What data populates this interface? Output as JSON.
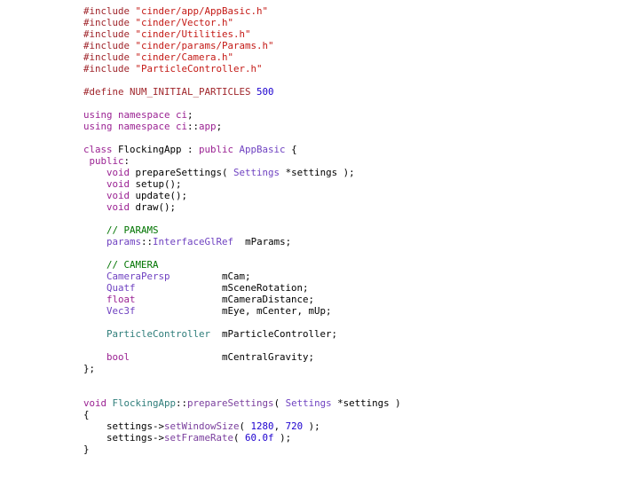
{
  "colors": {
    "preprocessor": "#a0262c",
    "string": "#c41a16",
    "keyword": "#9b2393",
    "class_name": "#6f42c1",
    "function": "#7a3e9d",
    "comment": "#007400",
    "number": "#1c00cf",
    "type_teal": "#2e7d7a",
    "plain": "#000000"
  },
  "code": {
    "lines": [
      [
        {
          "t": "#include ",
          "c": "preprocessor"
        },
        {
          "t": "\"cinder/app/AppBasic.h\"",
          "c": "string"
        }
      ],
      [
        {
          "t": "#include ",
          "c": "preprocessor"
        },
        {
          "t": "\"cinder/Vector.h\"",
          "c": "string"
        }
      ],
      [
        {
          "t": "#include ",
          "c": "preprocessor"
        },
        {
          "t": "\"cinder/Utilities.h\"",
          "c": "string"
        }
      ],
      [
        {
          "t": "#include ",
          "c": "preprocessor"
        },
        {
          "t": "\"cinder/params/Params.h\"",
          "c": "string"
        }
      ],
      [
        {
          "t": "#include ",
          "c": "preprocessor"
        },
        {
          "t": "\"cinder/Camera.h\"",
          "c": "string"
        }
      ],
      [
        {
          "t": "#include ",
          "c": "preprocessor"
        },
        {
          "t": "\"ParticleController.h\"",
          "c": "string"
        }
      ],
      [],
      [
        {
          "t": "#define ",
          "c": "preprocessor"
        },
        {
          "t": "NUM_INITIAL_PARTICLES ",
          "c": "preprocessor"
        },
        {
          "t": "500",
          "c": "number"
        }
      ],
      [],
      [
        {
          "t": "using namespace ",
          "c": "keyword"
        },
        {
          "t": "ci",
          "c": "keyword"
        },
        {
          "t": ";",
          "c": "plain"
        }
      ],
      [
        {
          "t": "using namespace ",
          "c": "keyword"
        },
        {
          "t": "ci",
          "c": "keyword"
        },
        {
          "t": "::",
          "c": "plain"
        },
        {
          "t": "app",
          "c": "keyword"
        },
        {
          "t": ";",
          "c": "plain"
        }
      ],
      [],
      [
        {
          "t": "class ",
          "c": "keyword"
        },
        {
          "t": "FlockingApp : ",
          "c": "plain"
        },
        {
          "t": "public ",
          "c": "keyword"
        },
        {
          "t": "AppBasic",
          "c": "class_name"
        },
        {
          "t": " {",
          "c": "plain"
        }
      ],
      [
        {
          "t": " public",
          "c": "keyword"
        },
        {
          "t": ":",
          "c": "plain"
        }
      ],
      [
        {
          "t": "    ",
          "c": "plain"
        },
        {
          "t": "void ",
          "c": "keyword"
        },
        {
          "t": "prepareSettings( ",
          "c": "plain"
        },
        {
          "t": "Settings ",
          "c": "class_name"
        },
        {
          "t": "*settings );",
          "c": "plain"
        }
      ],
      [
        {
          "t": "    ",
          "c": "plain"
        },
        {
          "t": "void ",
          "c": "keyword"
        },
        {
          "t": "setup();",
          "c": "plain"
        }
      ],
      [
        {
          "t": "    ",
          "c": "plain"
        },
        {
          "t": "void ",
          "c": "keyword"
        },
        {
          "t": "update();",
          "c": "plain"
        }
      ],
      [
        {
          "t": "    ",
          "c": "plain"
        },
        {
          "t": "void ",
          "c": "keyword"
        },
        {
          "t": "draw();",
          "c": "plain"
        }
      ],
      [],
      [
        {
          "t": "    ",
          "c": "plain"
        },
        {
          "t": "// PARAMS",
          "c": "comment"
        }
      ],
      [
        {
          "t": "    ",
          "c": "plain"
        },
        {
          "t": "params",
          "c": "class_name"
        },
        {
          "t": "::",
          "c": "plain"
        },
        {
          "t": "InterfaceGlRef",
          "c": "class_name"
        },
        {
          "t": "  mParams;",
          "c": "plain"
        }
      ],
      [],
      [
        {
          "t": "    ",
          "c": "plain"
        },
        {
          "t": "// CAMERA",
          "c": "comment"
        }
      ],
      [
        {
          "t": "    ",
          "c": "plain"
        },
        {
          "t": "CameraPersp",
          "c": "class_name"
        },
        {
          "t": "         mCam;",
          "c": "plain"
        }
      ],
      [
        {
          "t": "    ",
          "c": "plain"
        },
        {
          "t": "Quatf",
          "c": "class_name"
        },
        {
          "t": "               mSceneRotation;",
          "c": "plain"
        }
      ],
      [
        {
          "t": "    ",
          "c": "plain"
        },
        {
          "t": "float",
          "c": "keyword"
        },
        {
          "t": "               mCameraDistance;",
          "c": "plain"
        }
      ],
      [
        {
          "t": "    ",
          "c": "plain"
        },
        {
          "t": "Vec3f",
          "c": "class_name"
        },
        {
          "t": "               mEye, mCenter, mUp;",
          "c": "plain"
        }
      ],
      [],
      [
        {
          "t": "    ",
          "c": "plain"
        },
        {
          "t": "ParticleController",
          "c": "type_teal"
        },
        {
          "t": "  mParticleController;",
          "c": "plain"
        }
      ],
      [],
      [
        {
          "t": "    ",
          "c": "plain"
        },
        {
          "t": "bool",
          "c": "keyword"
        },
        {
          "t": "                mCentralGravity;",
          "c": "plain"
        }
      ],
      [
        {
          "t": "};",
          "c": "plain"
        }
      ],
      [],
      [],
      [
        {
          "t": "void ",
          "c": "keyword"
        },
        {
          "t": "FlockingApp",
          "c": "type_teal"
        },
        {
          "t": "::",
          "c": "plain"
        },
        {
          "t": "prepareSettings",
          "c": "function"
        },
        {
          "t": "( ",
          "c": "plain"
        },
        {
          "t": "Settings ",
          "c": "class_name"
        },
        {
          "t": "*settings )",
          "c": "plain"
        }
      ],
      [
        {
          "t": "{",
          "c": "plain"
        }
      ],
      [
        {
          "t": "    settings->",
          "c": "plain"
        },
        {
          "t": "setWindowSize",
          "c": "function"
        },
        {
          "t": "( ",
          "c": "plain"
        },
        {
          "t": "1280",
          "c": "number"
        },
        {
          "t": ", ",
          "c": "plain"
        },
        {
          "t": "720",
          "c": "number"
        },
        {
          "t": " );",
          "c": "plain"
        }
      ],
      [
        {
          "t": "    settings->",
          "c": "plain"
        },
        {
          "t": "setFrameRate",
          "c": "function"
        },
        {
          "t": "( ",
          "c": "plain"
        },
        {
          "t": "60.0f",
          "c": "number"
        },
        {
          "t": " );",
          "c": "plain"
        }
      ],
      [
        {
          "t": "}",
          "c": "plain"
        }
      ]
    ]
  }
}
